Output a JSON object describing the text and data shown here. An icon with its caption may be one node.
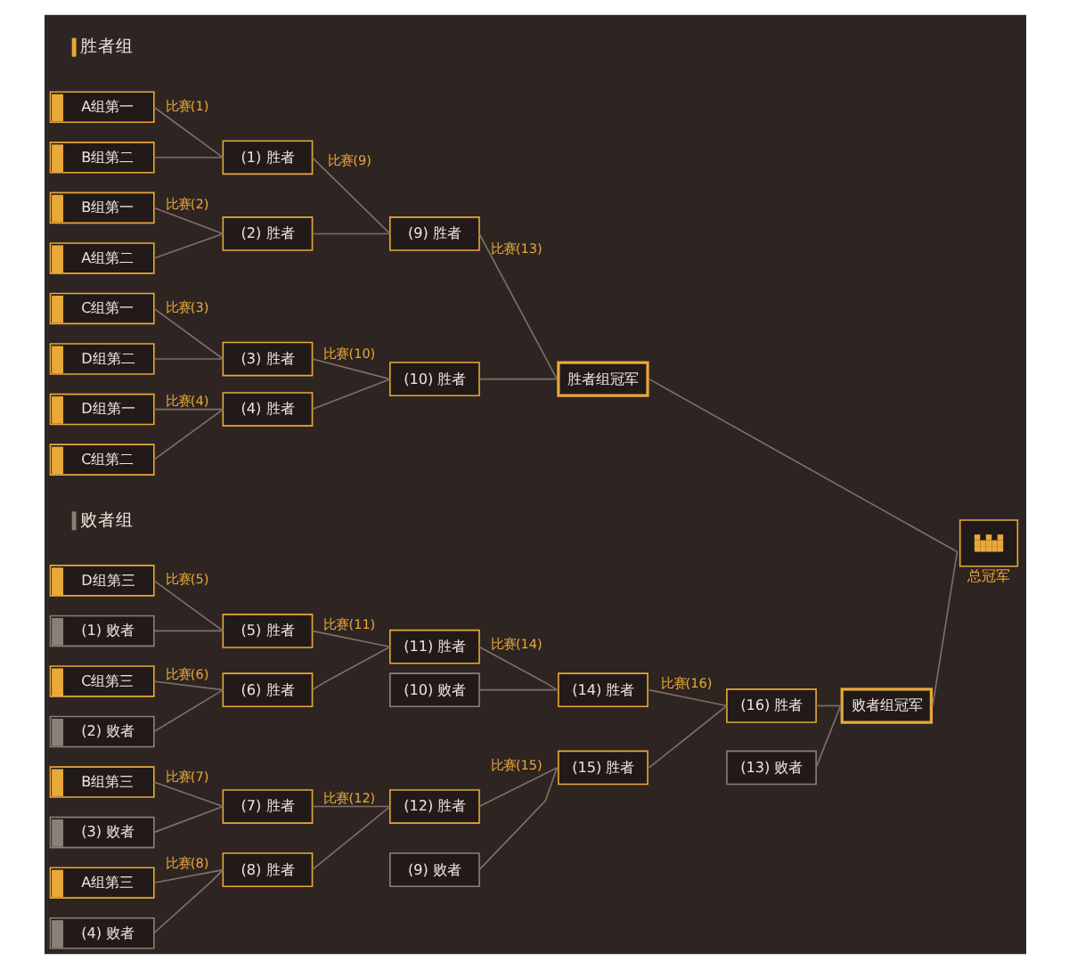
{
  "diagram": {
    "nodes": [
      {
        "text": [
          "A组第一"
        ]
      },
      {
        "text": [
          "B组第二"
        ]
      },
      {
        "text": [
          "(1) 胜者"
        ]
      },
      {
        "text": [
          "B组第一"
        ]
      },
      {
        "text": [
          "A组第二"
        ]
      },
      {
        "text": [
          "(2) 胜者"
        ]
      },
      {
        "text": [
          "C组第一"
        ]
      },
      {
        "text": [
          "D组第二"
        ]
      },
      {
        "text": [
          "(3) 胜者"
        ]
      },
      {
        "text": [
          "D组第一"
        ]
      },
      {
        "text": [
          "C组第二"
        ]
      },
      {
        "text": [
          "(4) 胜者"
        ]
      },
      {
        "text": [
          "(9) 胜者"
        ]
      },
      {
        "text": [
          "(10) 胜者"
        ]
      },
      {
        "text": [
          "胜者组冠军"
        ]
      },
      {
        "text": [
          "总冠军"
        ]
      },
      {
        "text": [
          "D组第三"
        ]
      },
      {
        "text": [
          "(1) 败者"
        ]
      },
      {
        "text": [
          "(5) 胜者"
        ]
      },
      {
        "text": [
          "C组第三"
        ]
      },
      {
        "text": [
          "(2) 败者"
        ]
      },
      {
        "text": [
          "(6) 胜者"
        ]
      },
      {
        "text": [
          "(11) 胜者"
        ]
      },
      {
        "text": [
          "(10) 败者"
        ]
      },
      {
        "text": [
          "(14) 胜者"
        ]
      },
      {
        "text": [
          "B组第三"
        ]
      },
      {
        "text": [
          "(3) 败者"
        ]
      },
      {
        "text": [
          "(7) 胜者"
        ]
      },
      {
        "text": [
          "A组第三"
        ]
      },
      {
        "text": [
          "(4) 败者"
        ]
      },
      {
        "text": [
          "(8) 胜者"
        ]
      },
      {
        "text": [
          "(12) 胜者"
        ]
      },
      {
        "text": [
          "(9) 败者"
        ]
      },
      {
        "text": [
          "(15) 胜者"
        ]
      },
      {
        "text": [
          "(16) 胜者"
        ]
      },
      {
        "text": [
          "(13) 败者"
        ]
      },
      {
        "text": [
          "败者组冠军"
        ]
      }
    ],
    "edges": [
      {
        "from": 0,
        "to": 2,
        "arrow": "none",
        "label": "比赛(1)"
      },
      {
        "from": 1,
        "to": 2,
        "arrow": "none"
      },
      {
        "from": 3,
        "to": 5,
        "arrow": "none",
        "label": "比赛(2)"
      },
      {
        "from": 4,
        "to": 5,
        "arrow": "none"
      },
      {
        "from": 6,
        "to": 8,
        "arrow": "none",
        "label": "比赛(3)"
      },
      {
        "from": 7,
        "to": 8,
        "arrow": "none"
      },
      {
        "from": 9,
        "to": 11,
        "arrow": "none",
        "label": "比赛(4)"
      },
      {
        "from": 10,
        "to": 11,
        "arrow": "none"
      },
      {
        "from": 2,
        "to": 12,
        "arrow": "none",
        "label": "比赛(9)"
      },
      {
        "from": 5,
        "to": 12,
        "arrow": "none"
      },
      {
        "from": 8,
        "to": 13,
        "arrow": "none",
        "label": "比赛(10)"
      },
      {
        "from": 11,
        "to": 13,
        "arrow": "none"
      },
      {
        "from": 12,
        "to": 14,
        "arrow": "none",
        "label": "比赛(13)"
      },
      {
        "from": 13,
        "to": 14,
        "arrow": "none"
      },
      {
        "from": 14,
        "to": 15,
        "arrow": "none"
      },
      {
        "from": 16,
        "to": 18,
        "arrow": "none",
        "label": "比赛(5)"
      },
      {
        "from": 17,
        "to": 18,
        "arrow": "none"
      },
      {
        "from": 19,
        "to": 21,
        "arrow": "none",
        "label": "比赛(6)"
      },
      {
        "from": 20,
        "to": 21,
        "arrow": "none"
      },
      {
        "from": 18,
        "to": 22,
        "arrow": "none",
        "label": "比赛(11)"
      },
      {
        "from": 21,
        "to": 22,
        "arrow": "none"
      },
      {
        "from": 22,
        "to": 24,
        "arrow": "none",
        "label": "比赛(14)"
      },
      {
        "from": 23,
        "to": 24,
        "arrow": "none"
      },
      {
        "from": 25,
        "to": 27,
        "arrow": "none",
        "label": "比赛(7)"
      },
      {
        "from": 26,
        "to": 27,
        "arrow": "none"
      },
      {
        "from": 28,
        "to": 30,
        "arrow": "none",
        "label": "比赛(8)"
      },
      {
        "from": 29,
        "to": 30,
        "arrow": "none"
      },
      {
        "from": 27,
        "to": 31,
        "arrow": "none",
        "label": "比赛(12)"
      },
      {
        "from": 30,
        "to": 31,
        "arrow": "none"
      },
      {
        "from": 31,
        "to": 33,
        "arrow": "none",
        "label": "比赛(15)"
      },
      {
        "from": 32,
        "to": 33,
        "arrow": "none"
      },
      {
        "from": 24,
        "to": 34,
        "arrow": "none",
        "label": "比赛(16)"
      },
      {
        "from": 33,
        "to": 34,
        "arrow": "none"
      },
      {
        "from": 34,
        "to": 36,
        "arrow": "none"
      },
      {
        "from": 35,
        "to": 36,
        "arrow": "none"
      },
      {
        "from": 36,
        "to": 15,
        "arrow": "none"
      }
    ],
    "labels": [
      "胜者组",
      "败者组"
    ]
  }
}
